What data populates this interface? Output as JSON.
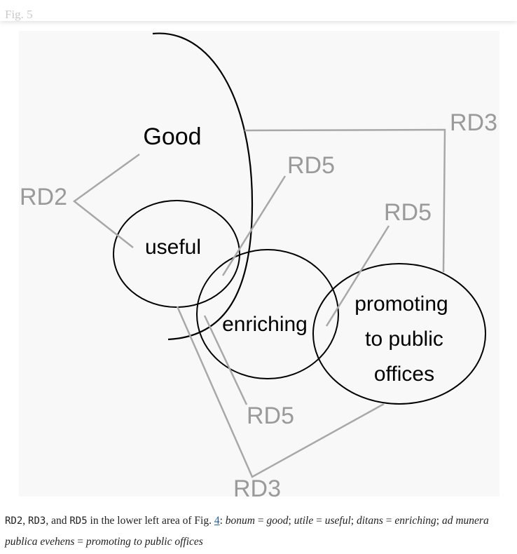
{
  "header": {
    "figure_label": "Fig. 5"
  },
  "diagram": {
    "nodes": {
      "good": "Good",
      "useful": "useful",
      "enriching": "enriching",
      "promoting_line1": "promoting",
      "promoting_line2": "to public",
      "promoting_line3": "offices"
    },
    "relations": {
      "rd2": "RD2",
      "rd3_top": "RD3",
      "rd5_upper": "RD5",
      "rd5_right": "RD5",
      "rd5_lower": "RD5",
      "rd3_bottom": "RD3"
    }
  },
  "caption": {
    "rd2": "RD2",
    "sep1": ", ",
    "rd3": "RD3",
    "sep2": ", and ",
    "rd5": "RD5",
    "text1": " in the lower left area of Fig. ",
    "fig_ref": "4",
    "colon": ": ",
    "t_bonum": "bonum",
    "eq1": " = ",
    "t_good": "good",
    "semi1": "; ",
    "t_utile": "utile",
    "eq2": " = ",
    "t_useful": "useful",
    "semi2": "; ",
    "t_ditans": "ditans",
    "eq3": " = ",
    "t_enriching": "enriching",
    "semi3": "; ",
    "t_admunera": "ad munera publica evehens",
    "eq4": " = ",
    "t_promoting": "promoting to public offices"
  },
  "colors": {
    "relation_gray": "#9a9a9a",
    "outline_black": "#000000",
    "link_blue": "#1f5ea8"
  }
}
